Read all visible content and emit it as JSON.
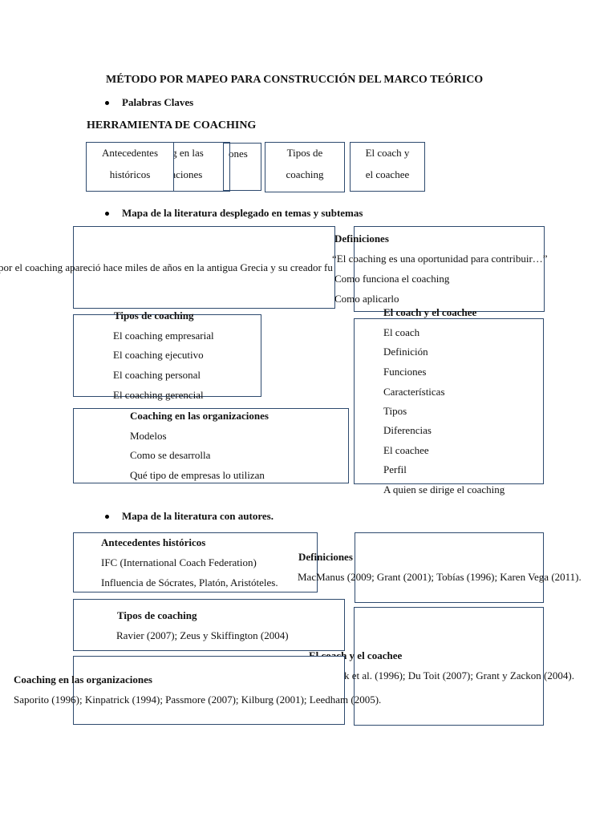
{
  "title": "MÉTODO POR MAPEO PARA CONSTRUCCIÓN DEL MARCO TEÓRICO",
  "bullets": {
    "palabras_claves": "Palabras Claves",
    "mapa_temas": "Mapa de la literatura desplegado en temas y subtemas",
    "mapa_autores": "Mapa de la literatura con autores."
  },
  "herramienta": "HERRAMIENTA DE COACHING",
  "keywords": {
    "antecedentes_line1": "Antecedentes",
    "antecedentes_line2": "históricos",
    "coaching_org_line1": "ing en las",
    "coaching_org_line2": "izaciones",
    "definiciones_frag": "ones",
    "tipos_line1": "Tipos de",
    "tipos_line2": "coaching",
    "coach_line1": "El coach y",
    "coach_line2": "el coachee"
  },
  "map_topics": {
    "antecedentes_text": "por el coaching apareció hace miles de años en la antigua Grecia y su creador fu",
    "definiciones": {
      "heading": "Definiciones",
      "items": [
        "“El coaching es una oportunidad para contribuir…”",
        "Como funciona el coaching",
        "Como aplicarlo"
      ]
    },
    "tipos": {
      "heading": "Tipos de coaching",
      "items": [
        "El coaching empresarial",
        "El coaching ejecutivo",
        "El coaching personal",
        "El coaching gerencial"
      ]
    },
    "coach": {
      "heading": "El coach y el coachee",
      "items": [
        "El coach",
        "Definición",
        "Funciones",
        "Características",
        "Tipos",
        "Diferencias",
        "El coachee",
        "Perfil",
        "A quien se dirige el coaching"
      ]
    },
    "organizaciones": {
      "heading": "Coaching en las organizaciones",
      "items": [
        "Modelos",
        "Como se desarrolla",
        "Qué tipo de empresas lo utilizan"
      ]
    }
  },
  "map_authors": {
    "antecedentes": {
      "heading": "Antecedentes históricos",
      "items": [
        "IFC (International Coach Federation)",
        "Influencia de Sócrates, Platón, Aristóteles."
      ]
    },
    "definiciones": {
      "heading": "Definiciones",
      "text": "MacManus (2009; Grant (2001); Tobías (1996); Karen Vega (2011)."
    },
    "tipos": {
      "heading": "Tipos de coaching",
      "text": "Ravier (2007); Zeus y Skiffington (2004)"
    },
    "coach": {
      "heading": "El coach y el coachee",
      "text": "k et al. (1996); Du Toit (2007); Grant y Zackon (2004)."
    },
    "organizaciones": {
      "heading": "Coaching en las organizaciones",
      "text": "Saporito (1996); Kinpatrick (1994); Passmore (2007); Kilburg (2001); Leedham (2005)."
    }
  }
}
